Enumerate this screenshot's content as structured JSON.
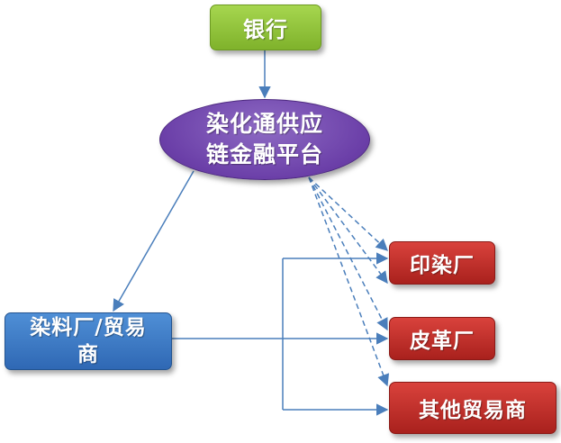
{
  "nodes": {
    "bank": {
      "label": "银行"
    },
    "platform": {
      "label": "染化通供应\n链金融平台"
    },
    "dye_factory": {
      "label": "染料厂/贸易\n商"
    },
    "printing": {
      "label": "印染厂"
    },
    "leather": {
      "label": "皮革厂"
    },
    "other_trader": {
      "label": "其他贸易商"
    }
  },
  "colors": {
    "edge": "#4a7ebb",
    "bank": "#8dc63f",
    "platform": "#6b3fa8",
    "dye_factory": "#2f68b4",
    "customers": "#c0302b"
  }
}
